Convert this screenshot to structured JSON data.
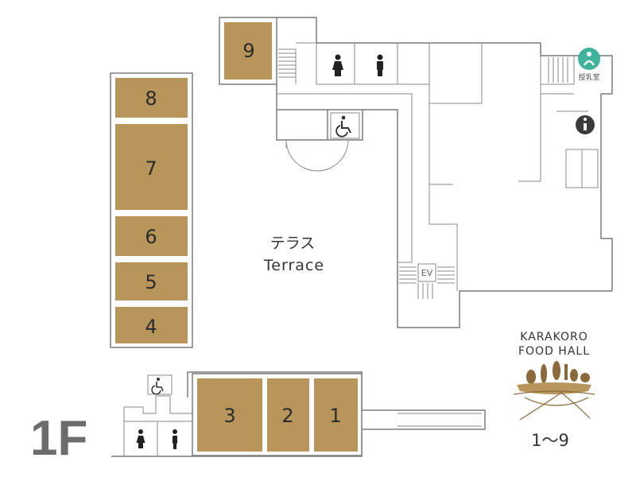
{
  "floor": {
    "label": "1F"
  },
  "terrace": {
    "label_jp": "テラス",
    "label_en": "Terrace"
  },
  "brand": {
    "line1": "KARAKORO",
    "line2": "FOOD HALL",
    "range": "1〜9"
  },
  "elevator": {
    "label": "EV"
  },
  "nursing_room": {
    "label": "授乳室",
    "color": "#3fb39a"
  },
  "shop_color": "#b8955b",
  "shops": {
    "s1": "1",
    "s2": "2",
    "s3": "3",
    "s4": "4",
    "s5": "5",
    "s6": "6",
    "s7": "7",
    "s8": "8",
    "s9": "9"
  },
  "icons": [
    "restroom-female-icon",
    "restroom-male-icon",
    "wheelchair-icon",
    "info-icon",
    "nursing-room-icon",
    "elevator-icon",
    "stairs-icon"
  ]
}
